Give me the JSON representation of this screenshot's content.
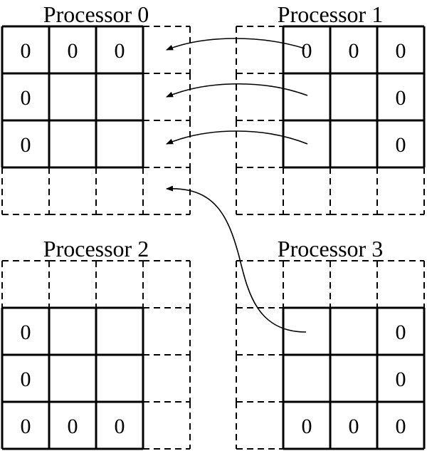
{
  "processors": [
    {
      "title": "Processor 0",
      "ghost_row": "bottom",
      "ghost_col": "right",
      "cells": [
        [
          "0",
          "0",
          "0"
        ],
        [
          "0",
          "",
          ""
        ],
        [
          "0",
          "",
          ""
        ]
      ]
    },
    {
      "title": "Processor 1",
      "ghost_row": "bottom",
      "ghost_col": "left",
      "cells": [
        [
          "0",
          "0",
          "0"
        ],
        [
          "",
          "",
          "0"
        ],
        [
          "",
          "",
          "0"
        ]
      ]
    },
    {
      "title": "Processor 2",
      "ghost_row": "top",
      "ghost_col": "right",
      "cells": [
        [
          "0",
          "",
          ""
        ],
        [
          "0",
          "",
          ""
        ],
        [
          "0",
          "0",
          "0"
        ]
      ]
    },
    {
      "title": "Processor 3",
      "ghost_row": "top",
      "ghost_col": "left",
      "cells": [
        [
          "",
          "",
          "0"
        ],
        [
          "",
          "",
          "0"
        ],
        [
          "0",
          "0",
          "0"
        ]
      ]
    }
  ],
  "arrows": [
    {
      "from": "Processor 1",
      "to": "Processor 0",
      "from_row": 1,
      "to_row": 1
    },
    {
      "from": "Processor 1",
      "to": "Processor 0",
      "from_row": 2,
      "to_row": 2
    },
    {
      "from": "Processor 1",
      "to": "Processor 0",
      "from_row": 3,
      "to_row": 3
    },
    {
      "from": "Processor 3",
      "to": "Processor 0",
      "from_row": 2,
      "to_row": 4
    }
  ]
}
